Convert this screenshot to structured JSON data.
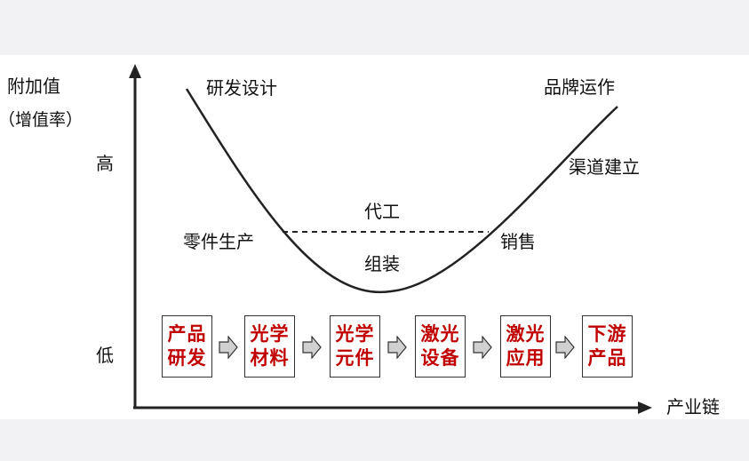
{
  "y_axis": {
    "title_line1": "附加值",
    "title_line2": "（增值率）",
    "high_label": "高",
    "low_label": "低"
  },
  "x_axis": {
    "label": "产业链"
  },
  "curve_labels": {
    "rnd_design": "研发设计",
    "brand_operation": "品牌运作",
    "channel_building": "渠道建立",
    "parts_production": "零件生产",
    "oem": "代工",
    "assembly": "组装",
    "sales": "销售"
  },
  "chain_steps": [
    {
      "line1": "产品",
      "line2": "研发"
    },
    {
      "line1": "光学",
      "line2": "材料"
    },
    {
      "line1": "光学",
      "line2": "元件"
    },
    {
      "line1": "激光",
      "line2": "设备"
    },
    {
      "line1": "激光",
      "line2": "应用"
    },
    {
      "line1": "下游",
      "line2": "产品"
    }
  ],
  "colors": {
    "step_text": "#c00000",
    "arrow_fill": "#d0d0d0",
    "panel_bg": "#ffffff",
    "page_bg": "#f2f2f4"
  }
}
